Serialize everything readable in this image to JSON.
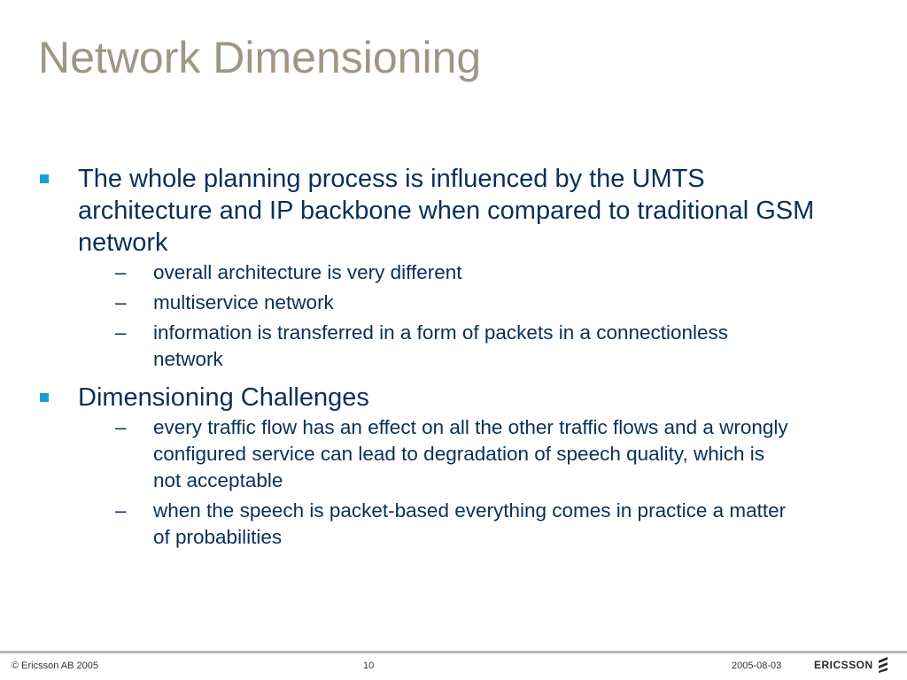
{
  "slide": {
    "title": "Network Dimensioning",
    "bullets": [
      {
        "text": "The whole planning process is influenced by the UMTS architecture and IP backbone when compared to traditional GSM network",
        "subs": [
          "overall architecture is very different",
          "multiservice network",
          "information is transferred in a form of packets in a connectionless network"
        ]
      },
      {
        "text": "Dimensioning Challenges",
        "subs": [
          "every traffic flow has an effect on all the other traffic flows and a wrongly configured service can lead to degradation of speech quality, which is not acceptable",
          "when the speech is packet-based everything comes in practice a matter of probabilities"
        ]
      }
    ],
    "dash": "–"
  },
  "footer": {
    "copyright": "© Ericsson AB 2005",
    "page_number": "10",
    "date": "2005-08-03",
    "logo_text": "ERICSSON",
    "logo_icon": "ericsson-logo-icon"
  },
  "colors": {
    "title": "#a09686",
    "text": "#0a2f5a",
    "bullet": "#1a9ed6",
    "footer_rule": "#b5b5b5"
  }
}
